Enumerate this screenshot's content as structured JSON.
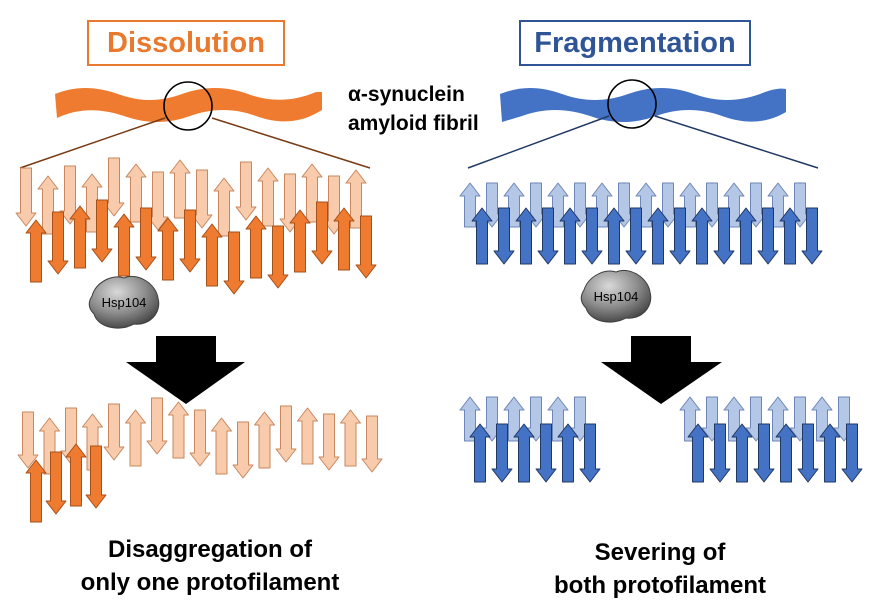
{
  "left": {
    "title": "Dissolution",
    "enzyme_label": "Hsp104",
    "caption_line1": "Disaggregation of",
    "caption_line2": "only one protofilament"
  },
  "right": {
    "title": "Fragmentation",
    "enzyme_label": "Hsp104",
    "caption_line1": "Severing of",
    "caption_line2": "both protofilament"
  },
  "fibril_label": {
    "line1": "α-synuclein",
    "line2": "amyloid fibril"
  },
  "colors": {
    "orange_dark": "#ee7b30",
    "orange_light": "#f8cbad",
    "blue_dark": "#4472c4",
    "blue_light": "#b4c7e7",
    "title_orange": "#e8792e",
    "title_blue": "#2f5597"
  }
}
